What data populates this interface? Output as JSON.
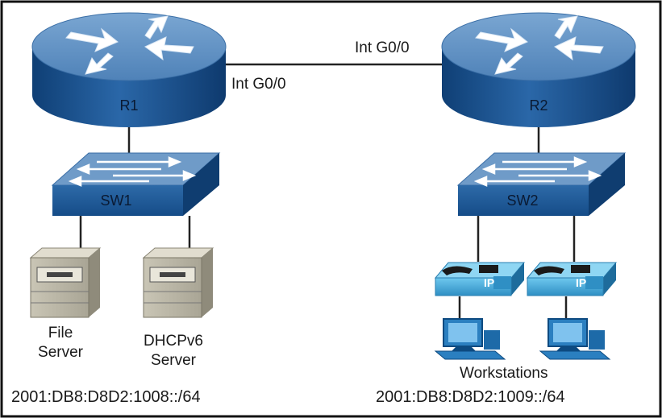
{
  "routers": [
    {
      "name": "R1"
    },
    {
      "name": "R2"
    }
  ],
  "switches": [
    {
      "name": "SW1"
    },
    {
      "name": "SW2"
    }
  ],
  "interfaces": {
    "r1": "Int G0/0",
    "r2": "Int G0/0"
  },
  "servers": [
    {
      "label_line1": "File",
      "label_line2": "Server"
    },
    {
      "label_line1": "DHCPv6",
      "label_line2": "Server"
    }
  ],
  "phones": [
    {
      "label": "IP"
    },
    {
      "label": "IP"
    }
  ],
  "workstations_label": "Workstations",
  "networks": {
    "left": "2001:DB8:D8D2:1008::/64",
    "right": "2001:DB8:D8D2:1009::/64"
  },
  "colors": {
    "device_top": "#5f8fc0",
    "device_side": "#134a86",
    "link": "#222222",
    "border": "#111111"
  },
  "icons": [
    "router-icon",
    "switch-icon",
    "server-icon",
    "ip-phone-icon",
    "workstation-icon"
  ]
}
